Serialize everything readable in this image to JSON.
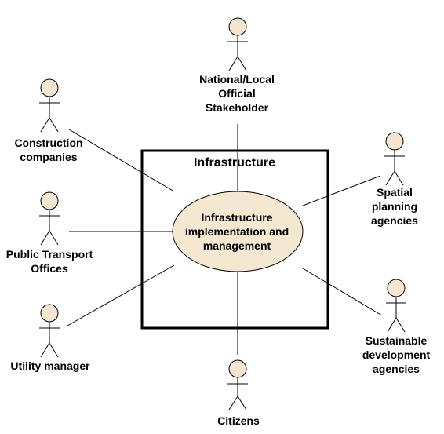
{
  "boundary": {
    "title": "Infrastructure"
  },
  "use_case": {
    "label": "Infrastructure\nimplementation and\nmanagement"
  },
  "actors": {
    "national": {
      "label": "National/Local\nOfficial\nStakeholder"
    },
    "construction": {
      "label": "Construction\ncompanies"
    },
    "spatial": {
      "label": "Spatial planning\nagencies"
    },
    "transport": {
      "label": "Public Transport\nOffices"
    },
    "utility": {
      "label": "Utility manager"
    },
    "sustainable": {
      "label": "Sustainable\ndevelopment\nagencies"
    },
    "citizens": {
      "label": "Citizens"
    }
  },
  "colors": {
    "actor_fill": "#f4e6cf",
    "use_case_fill": "#f5e8d0",
    "stroke": "#000000"
  }
}
